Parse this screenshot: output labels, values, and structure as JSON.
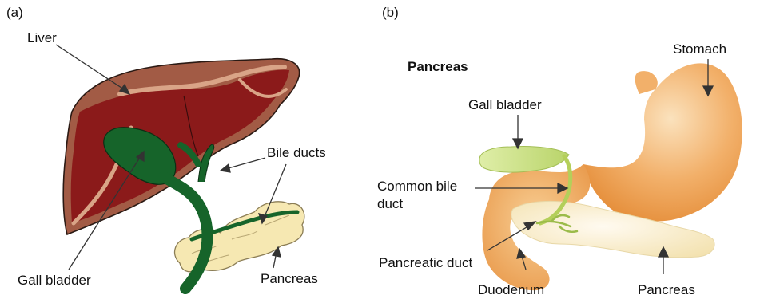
{
  "panel_a": {
    "label": "(a)",
    "labels": {
      "liver": "Liver",
      "bile_ducts": "Bile ducts",
      "gall_bladder": "Gall bladder",
      "pancreas": "Pancreas"
    }
  },
  "panel_b": {
    "label": "(b)",
    "heading": "Pancreas",
    "labels": {
      "stomach": "Stomach",
      "gall_bladder": "Gall bladder",
      "common_bile_duct_line1": "Common bile",
      "common_bile_duct_line2": "duct",
      "pancreatic_duct": "Pancreatic duct",
      "duodenum": "Duodenum",
      "pancreas": "Pancreas"
    }
  },
  "colors": {
    "liver_light": "#a25b45",
    "liver_dark": "#8b1a1a",
    "liver_rim": "#d9a487",
    "bile_green": "#16642a",
    "pancreas_yellow": "#f6e8b2",
    "stomach_orange": "#f2b06a",
    "gall_bladder_green": "#d6e79a"
  }
}
